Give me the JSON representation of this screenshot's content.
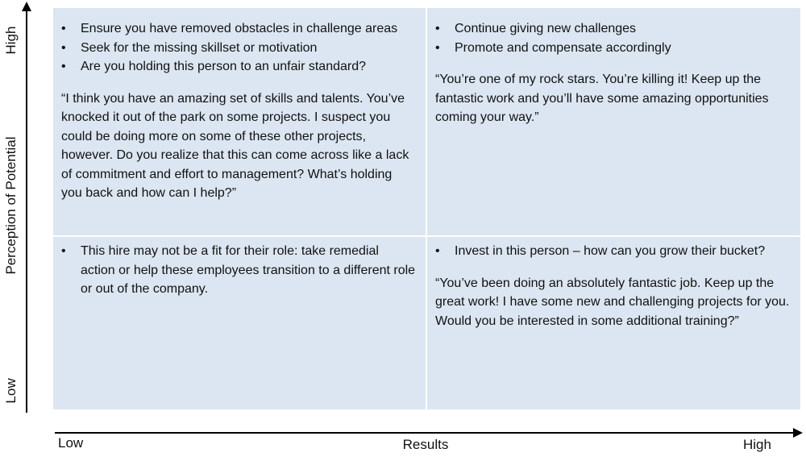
{
  "axes": {
    "y_title": "Perception of Potential",
    "y_high": "High",
    "y_low": "Low",
    "x_title": "Results",
    "x_low": "Low",
    "x_high": "High"
  },
  "quadrants": {
    "top_left": {
      "bullets": [
        "Ensure you have removed obstacles in challenge areas",
        "Seek for the missing skillset or motivation",
        "Are you holding this person to an unfair standard?"
      ],
      "quote": "“I think you have an amazing set of skills and talents. You’ve knocked it out of the park on some projects. I suspect you could be doing more on some of these other projects, however. Do you realize that this can come across like a lack of commitment and effort to management? What’s holding you back and how can I help?”"
    },
    "top_right": {
      "bullets": [
        "Continue giving new challenges",
        "Promote and compensate accordingly"
      ],
      "quote": "“You’re one of my rock stars. You’re killing it! Keep up the fantastic work and you’ll have some amazing opportunities coming your way.”"
    },
    "bottom_left": {
      "bullets": [
        "This hire may not be a fit for their role: take remedial action or help these employees transition to a different role or out of the company."
      ]
    },
    "bottom_right": {
      "bullets": [
        "Invest in this person – how can you grow their bucket?"
      ],
      "quote": "“You’ve been doing an absolutely fantastic job. Keep up the great work! I have some new and challenging projects for you. Would you be interested in some additional training?”"
    }
  }
}
